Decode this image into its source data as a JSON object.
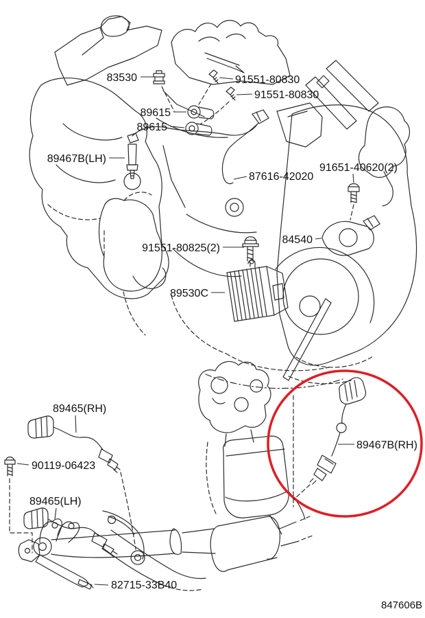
{
  "figure": {
    "code": "847606B",
    "highlight_color": "#dd1f26",
    "line_color": "#2b2b2b",
    "description": "Exhaust gas / oxygen sensor parts diagram with highlighted part"
  },
  "labels": {
    "l83530": "83530",
    "l91551_80830_a": "91551-80830",
    "l91551_80830_b": "91551-80830",
    "l89615_a": "89615",
    "l89615_b": "89615",
    "l89467b_lh": "89467B(LH)",
    "l87616_42020": "87616-42020",
    "l91651_40620": "91651-40620(2)",
    "l84540": "84540",
    "l91551_80825": "91551-80825(2)",
    "l89530c": "89530C",
    "l89465_rh": "89465(RH)",
    "l90119_06423": "90119-06423",
    "l89465_lh": "89465(LH)",
    "l82715_33b40": "82715-33B40",
    "l89467b_rh": "89467B(RH)"
  }
}
